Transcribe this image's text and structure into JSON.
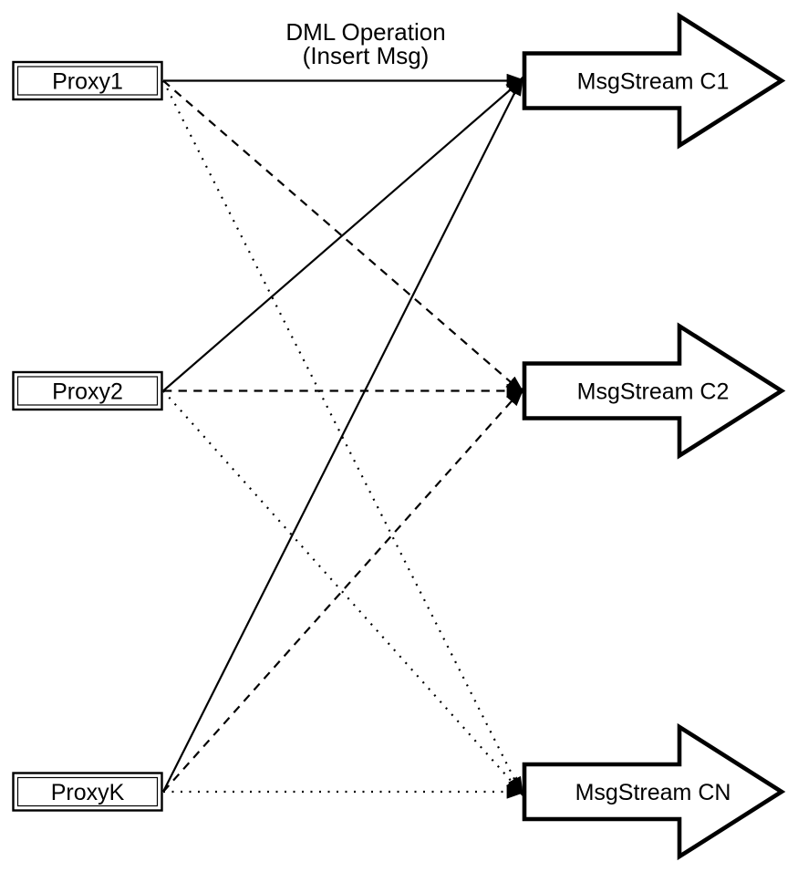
{
  "diagram": {
    "background_color": "#ffffff",
    "stroke_color": "#000000",
    "annotation": {
      "line1": "DML Operation",
      "line2": "(Insert Msg)"
    },
    "proxies": [
      {
        "id": "proxy1",
        "label": "Proxy1"
      },
      {
        "id": "proxy2",
        "label": "Proxy2"
      },
      {
        "id": "proxyk",
        "label": "ProxyK"
      }
    ],
    "streams": [
      {
        "id": "c1",
        "label": "MsgStream C1"
      },
      {
        "id": "c2",
        "label": "MsgStream C2"
      },
      {
        "id": "cn",
        "label": "MsgStream CN"
      }
    ],
    "edges": [
      {
        "from": "proxy1",
        "to": "c1",
        "style": "solid"
      },
      {
        "from": "proxy1",
        "to": "c2",
        "style": "dashed"
      },
      {
        "from": "proxy1",
        "to": "cn",
        "style": "dotted"
      },
      {
        "from": "proxy2",
        "to": "c1",
        "style": "solid"
      },
      {
        "from": "proxy2",
        "to": "c2",
        "style": "dashed"
      },
      {
        "from": "proxy2",
        "to": "cn",
        "style": "dotted"
      },
      {
        "from": "proxyk",
        "to": "c1",
        "style": "solid"
      },
      {
        "from": "proxyk",
        "to": "c2",
        "style": "dashed"
      },
      {
        "from": "proxyk",
        "to": "cn",
        "style": "dotted"
      }
    ]
  }
}
